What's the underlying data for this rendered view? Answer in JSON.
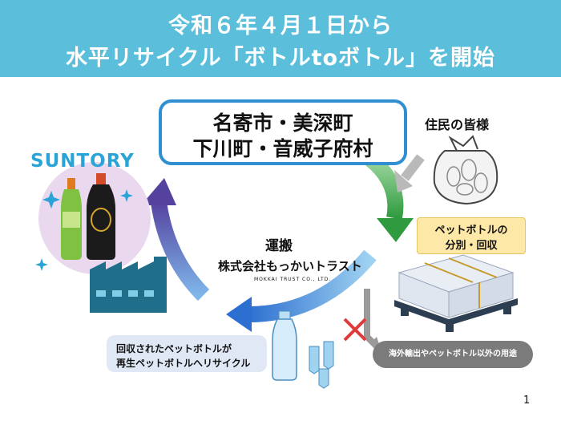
{
  "header": {
    "line1": "令和６年４月１日から",
    "line2": "水平リサイクル「ボトルtoボトル」を開始"
  },
  "towns": {
    "line1": "名寄市・美深町",
    "line2": "下川町・音威子府村"
  },
  "brand": "SUNTORY",
  "residents_label": "住民の皆様",
  "transport": {
    "label": "運搬",
    "company": "株式会社もっかいトラスト",
    "company_en": "MOKKAI TRUST CO., LTD."
  },
  "collection": {
    "line1": "ペットボトルの",
    "line2": "分別・回収"
  },
  "recycle": {
    "line1": "回収されたペットボトルが",
    "line2": "再生ペットボトルへリサイクル"
  },
  "other_use": "海外輸出やペットボトル以外の用途",
  "page_number": "1",
  "colors": {
    "header_bg": "#5bbfdc",
    "town_border": "#2f8fd0",
    "arrow_green": "#43a94a",
    "arrow_blue": "#3a7fd6",
    "arrow_purple": "#5b4fb5",
    "brand_blue": "#2aa3d6",
    "cross_red": "#e03a3a"
  },
  "icons": [
    "garbage-bag-icon",
    "bale-icon",
    "factory-icon",
    "bottle-icon",
    "cross-icon",
    "gray-arrow-icon"
  ]
}
